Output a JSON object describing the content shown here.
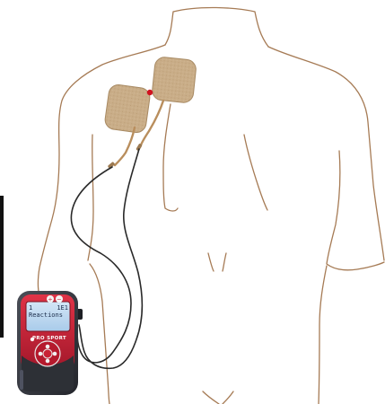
{
  "device": {
    "lcd_line1_left": "1",
    "lcd_line1_right": "1E1",
    "lcd_line2": "Reactions",
    "brand_text": "PRO SPORT",
    "body_color": "#c21f33",
    "frame_color": "#3a3d45",
    "screen_color": "#b9d6ef"
  },
  "electrodes": {
    "pad_color": "#c9ad88",
    "target_dot_color": "#d1121f"
  },
  "figure": {
    "outline_color": "#a67b55"
  }
}
